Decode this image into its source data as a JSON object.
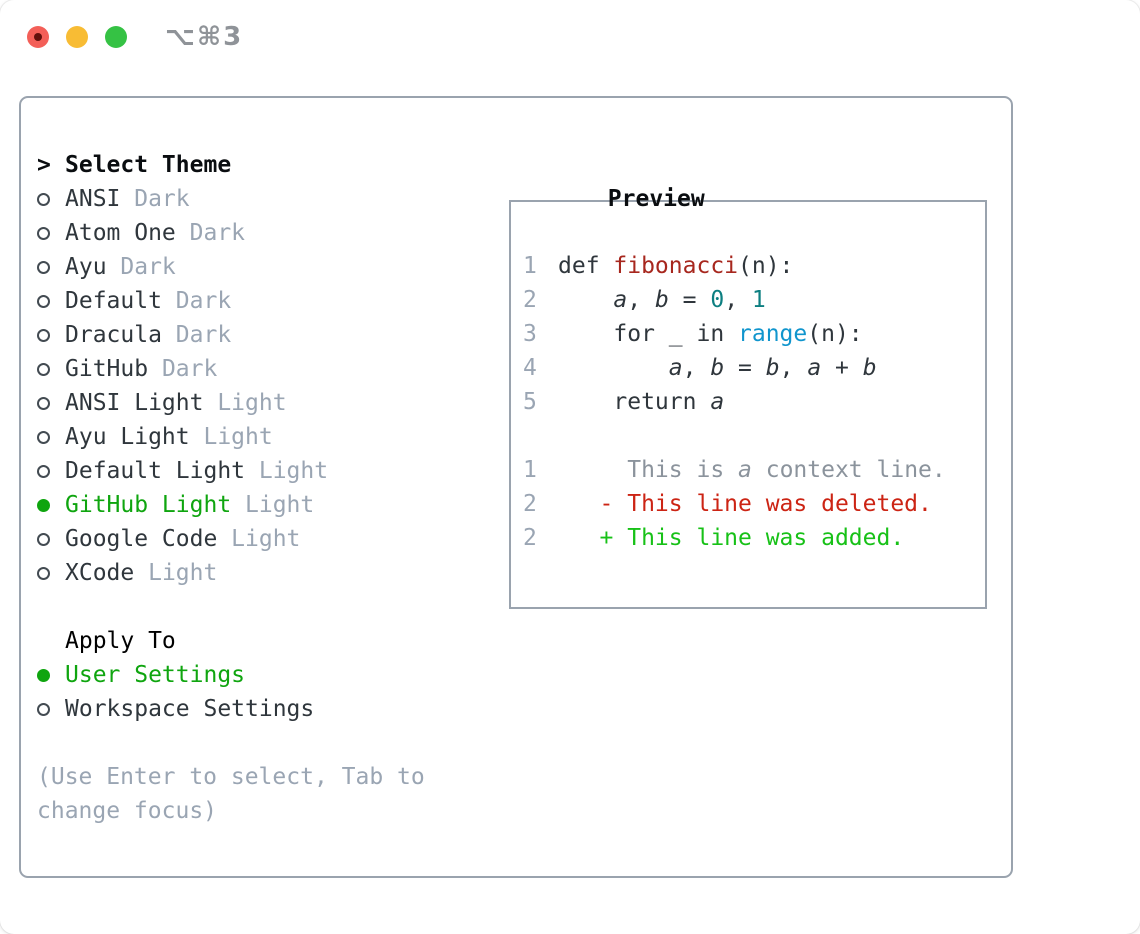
{
  "window": {
    "title": "⌥⌘3",
    "traffic_lights": [
      "close",
      "minimize",
      "zoom"
    ]
  },
  "colors": {
    "border": "#9aa3ae",
    "text": "#2f363c",
    "muted": "#9aa5b3",
    "black": "#0a0d10",
    "green-sel": "#0fa50f",
    "diff-add": "#17c117",
    "diff-del": "#cc2414",
    "context": "#8b939c",
    "func": "#a7271e",
    "number": "#0d7f81",
    "builtin": "#1095cd",
    "title-gray": "#8f9398",
    "light-red": "#f35f58",
    "light-red-dot": "#61100c",
    "light-yellow": "#f8bc34",
    "light-green": "#35c244"
  },
  "theme_picker": {
    "prompt": ">",
    "title": "Select Theme",
    "items": [
      {
        "name": "ANSI",
        "variant": "Dark",
        "selected": false
      },
      {
        "name": "Atom One",
        "variant": "Dark",
        "selected": false
      },
      {
        "name": "Ayu",
        "variant": "Dark",
        "selected": false
      },
      {
        "name": "Default",
        "variant": "Dark",
        "selected": false
      },
      {
        "name": "Dracula",
        "variant": "Dark",
        "selected": false
      },
      {
        "name": "GitHub",
        "variant": "Dark",
        "selected": false
      },
      {
        "name": "ANSI Light",
        "variant": "Light",
        "selected": false
      },
      {
        "name": "Ayu Light",
        "variant": "Light",
        "selected": false
      },
      {
        "name": "Default Light",
        "variant": "Light",
        "selected": false
      },
      {
        "name": "GitHub Light",
        "variant": "Light",
        "selected": true
      },
      {
        "name": "Google Code",
        "variant": "Light",
        "selected": false
      },
      {
        "name": "XCode",
        "variant": "Light",
        "selected": false
      }
    ],
    "apply_to": {
      "title": "Apply To",
      "options": [
        {
          "label": "User Settings",
          "selected": true
        },
        {
          "label": "Workspace Settings",
          "selected": false
        }
      ]
    },
    "hint_lines": [
      "(Use Enter to select, Tab to",
      "change focus)"
    ]
  },
  "preview": {
    "title": "Preview",
    "lines": [
      {
        "num": "1",
        "segs": [
          {
            "t": "def ",
            "s": "plain"
          },
          {
            "t": "fibonacci",
            "s": "func"
          },
          {
            "t": "(n):",
            "s": "plain"
          }
        ]
      },
      {
        "num": "2",
        "segs": [
          {
            "t": "    ",
            "s": "plain"
          },
          {
            "t": "a",
            "s": "var"
          },
          {
            "t": ", ",
            "s": "plain"
          },
          {
            "t": "b",
            "s": "var"
          },
          {
            "t": " = ",
            "s": "plain"
          },
          {
            "t": "0",
            "s": "num"
          },
          {
            "t": ", ",
            "s": "plain"
          },
          {
            "t": "1",
            "s": "num"
          }
        ]
      },
      {
        "num": "3",
        "segs": [
          {
            "t": "    for _ in ",
            "s": "plain"
          },
          {
            "t": "range",
            "s": "builtin"
          },
          {
            "t": "(n):",
            "s": "plain"
          }
        ]
      },
      {
        "num": "4",
        "segs": [
          {
            "t": "        ",
            "s": "plain"
          },
          {
            "t": "a",
            "s": "var"
          },
          {
            "t": ", ",
            "s": "plain"
          },
          {
            "t": "b",
            "s": "var"
          },
          {
            "t": " = ",
            "s": "plain"
          },
          {
            "t": "b",
            "s": "var"
          },
          {
            "t": ", ",
            "s": "plain"
          },
          {
            "t": "a",
            "s": "var"
          },
          {
            "t": " + ",
            "s": "plain"
          },
          {
            "t": "b",
            "s": "var"
          }
        ]
      },
      {
        "num": "5",
        "segs": [
          {
            "t": "    return ",
            "s": "plain"
          },
          {
            "t": "a",
            "s": "var"
          }
        ]
      },
      {
        "num": "",
        "segs": []
      },
      {
        "num": "1",
        "segs": [
          {
            "t": "     This is ",
            "s": "context"
          },
          {
            "t": "a",
            "s": "context-var"
          },
          {
            "t": " context line.",
            "s": "context"
          }
        ]
      },
      {
        "num": "2",
        "segs": [
          {
            "t": "   - This line was deleted.",
            "s": "del"
          }
        ]
      },
      {
        "num": "2",
        "segs": [
          {
            "t": "   + This line was added.",
            "s": "add"
          }
        ]
      }
    ]
  }
}
